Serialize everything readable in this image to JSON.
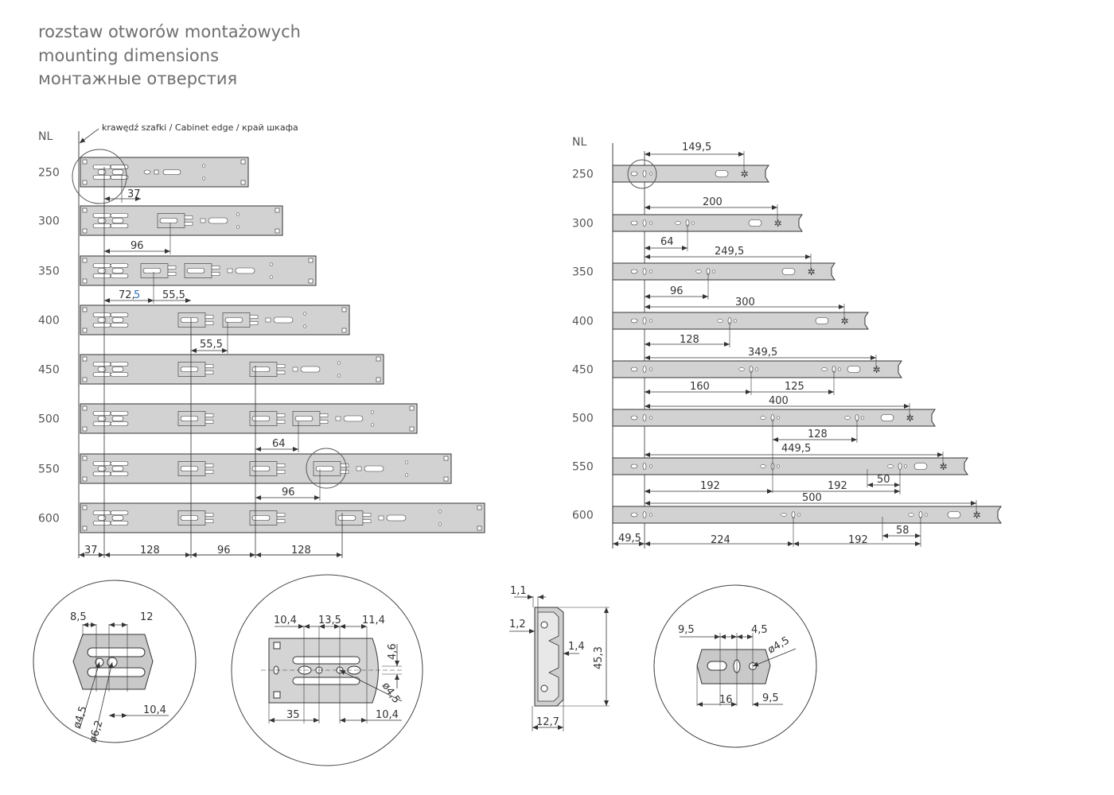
{
  "title": {
    "pl": "rozstaw otworów montażowych",
    "en": "mounting dimensions",
    "ru": "монтажные отверстия"
  },
  "left_panel": {
    "nl_header": "NL",
    "cabinet_edge_label": "krawędź szafki / Cabinet edge / край шкафа",
    "rows": [
      {
        "nl": "250"
      },
      {
        "nl": "300"
      },
      {
        "nl": "350"
      },
      {
        "nl": "400"
      },
      {
        "nl": "450"
      },
      {
        "nl": "500"
      },
      {
        "nl": "550"
      },
      {
        "nl": "600"
      }
    ],
    "dims": {
      "d37_top": "37",
      "d96_top": "96",
      "d72_5_a": "72,",
      "d72_5_b": "5",
      "d55_5_a": "55,5",
      "d55_5_b": "55,5",
      "d64": "64",
      "d96_mid": "96",
      "bottom": [
        "37",
        "128",
        "96",
        "128"
      ]
    }
  },
  "right_panel": {
    "nl_header": "NL",
    "rows": [
      {
        "nl": "250"
      },
      {
        "nl": "300"
      },
      {
        "nl": "350"
      },
      {
        "nl": "400"
      },
      {
        "nl": "450"
      },
      {
        "nl": "500"
      },
      {
        "nl": "550"
      },
      {
        "nl": "600"
      }
    ],
    "dims": {
      "r250": "149,5",
      "r300": "200",
      "r300b": "64",
      "r350": "249,5",
      "r350b": "96",
      "r400": "300",
      "r400b": "128",
      "r450": "349,5",
      "r450b": "160",
      "r450c": "125",
      "r500": "400",
      "r500b": "128",
      "r550": "449,5",
      "r550b": "192",
      "r550c": "192",
      "r550d": "50",
      "r600": "500",
      "r600b": "58",
      "bottom": [
        "49,5",
        "224",
        "192"
      ]
    }
  },
  "details": {
    "c1": {
      "a": "8,5",
      "b": "12",
      "c": "10,4",
      "d": "ø4,5",
      "e": "ø6,2"
    },
    "c2": {
      "a": "10,4",
      "b": "13,5",
      "c": "11,4",
      "d": "4,6",
      "e": "ø4,5",
      "f": "35",
      "g": "10,4"
    },
    "profile": {
      "a": "1,1",
      "b": "1,2",
      "c": "1,4",
      "d": "45,3",
      "e": "12,7"
    },
    "c4": {
      "a": "9,5",
      "b": "4,5",
      "c": "ø4,5",
      "d": "16",
      "e": "9,5"
    }
  }
}
